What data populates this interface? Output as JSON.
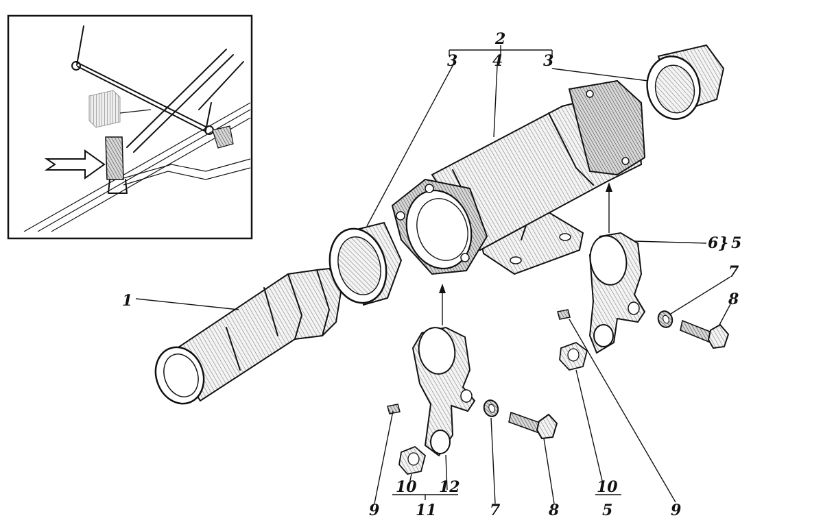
{
  "diagram": {
    "title": "",
    "colors": {
      "ink": "#111111",
      "shade": "#bdbdbd",
      "light": "#e6e6e6",
      "paper": "#ffffff"
    },
    "labels": {
      "l1": "1",
      "l2": "2",
      "l3a": "3",
      "l4": "4",
      "l3b": "3",
      "l6": "6",
      "l5a": "5",
      "l7a": "7",
      "l8a": "8",
      "l9a": "9",
      "l10a": "10",
      "l11": "11",
      "l12": "12",
      "l7b": "7",
      "l8b": "8",
      "l10b": "10",
      "l5b": "5",
      "l9b": "9"
    }
  }
}
